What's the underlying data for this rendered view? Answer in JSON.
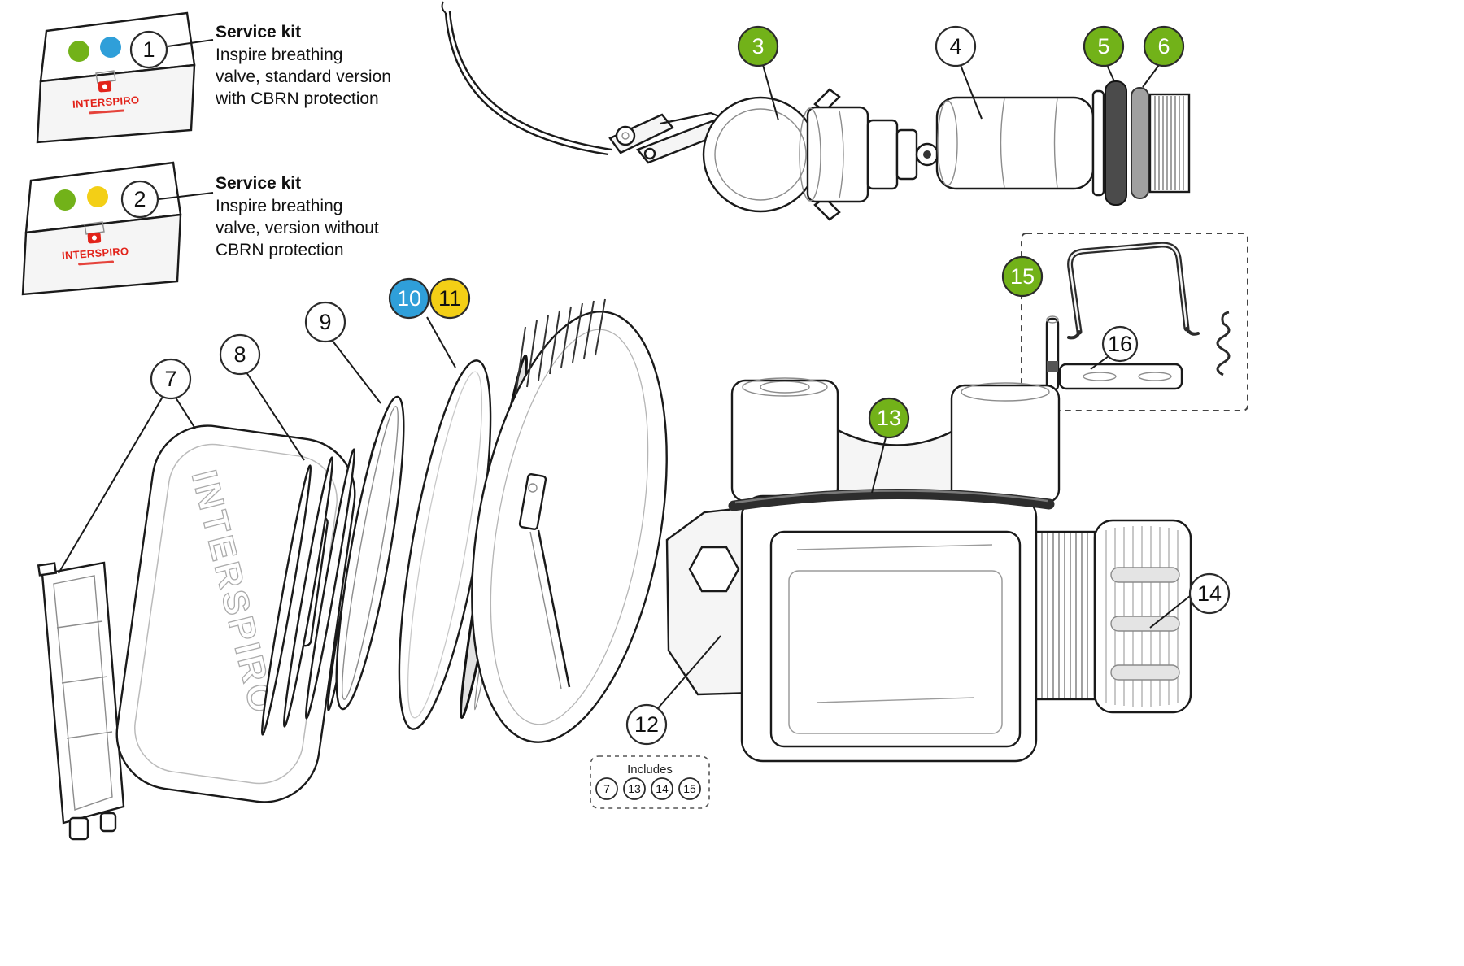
{
  "brand": {
    "wordmark": "INTERSPIRO"
  },
  "kits": [
    {
      "callout": "1",
      "title": "Service kit",
      "lines": [
        "Inspire breathing",
        "valve, standard version",
        "with CBRN protection"
      ],
      "dots": [
        "green",
        "blue"
      ]
    },
    {
      "callout": "2",
      "title": "Service kit",
      "lines": [
        "Inspire breathing",
        "valve, version without",
        "CBRN protection"
      ],
      "dots": [
        "green",
        "yellow"
      ]
    }
  ],
  "callouts": {
    "c1": "1",
    "c2": "2",
    "c3": "3",
    "c4": "4",
    "c5": "5",
    "c6": "6",
    "c7": "7",
    "c8": "8",
    "c9": "9",
    "c10": "10",
    "c11": "11",
    "c12": "12",
    "c13": "13",
    "c14": "14",
    "c15": "15",
    "c16": "16"
  },
  "callout_fill_legend": {
    "green": [
      "3",
      "5",
      "6",
      "13",
      "15"
    ],
    "blue": [
      "10"
    ],
    "yellow": [
      "11"
    ],
    "white": [
      "1",
      "2",
      "4",
      "7",
      "8",
      "9",
      "12",
      "14",
      "16"
    ]
  },
  "includes": {
    "label": "Includes",
    "items": [
      "7",
      "13",
      "14",
      "15"
    ]
  },
  "colors": {
    "green": "#72b219",
    "blue": "#2f9fd9",
    "yellow": "#f3cf16",
    "logo_red": "#e2231a",
    "white": "#ffffff",
    "line": "#1a1a1a"
  }
}
